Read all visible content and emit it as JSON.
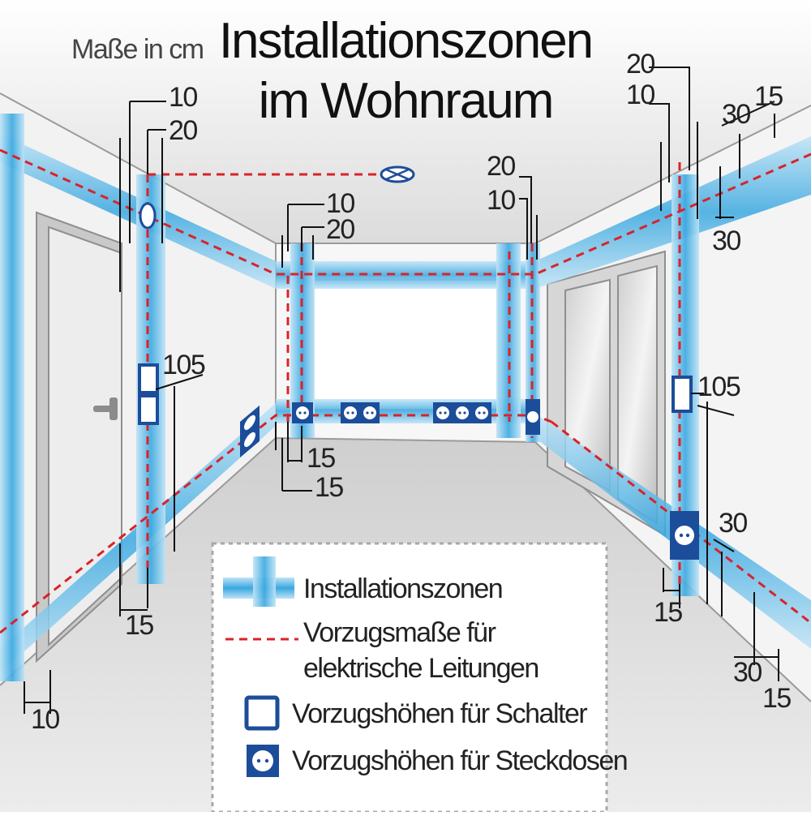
{
  "title": {
    "line1": "Installationszonen",
    "line2": "im Wohnraum"
  },
  "units_note": "Maße in cm",
  "dimensions": {
    "left_top_outer": "10",
    "left_top_inner": "20",
    "left_switch_height": "105",
    "left_bottom": "15",
    "left_door_bottom": "10",
    "back_top_outer": "10",
    "back_top_inner": "20",
    "back_bottom_outer": "15",
    "back_bottom_inner": "15",
    "back_right_top_outer": "20",
    "back_right_top_inner": "10",
    "right_top_outer": "20",
    "right_top_inner": "10",
    "right_ceiling_a": "30",
    "right_ceiling_b": "15",
    "right_ceiling_c": "30",
    "right_switch_height": "105",
    "right_mid": "30",
    "right_bottom": "15",
    "right_floor_a": "30",
    "right_floor_b": "15"
  },
  "legend": {
    "zones": "Installationszonen",
    "lines_line1": "Vorzugsmaße für",
    "lines_line2": "elektrische Leitungen",
    "switch": "Vorzugshöhen für Schalter",
    "socket": "Vorzugshöhen für Steckdosen"
  },
  "colors": {
    "zone_blue": "#3aa8e0",
    "line_red": "#d9232a",
    "symbol_navy": "#1c4d9a"
  },
  "icons": [
    "ceiling-light-icon",
    "switch-icon",
    "socket-icon",
    "triple-socket-icon"
  ]
}
